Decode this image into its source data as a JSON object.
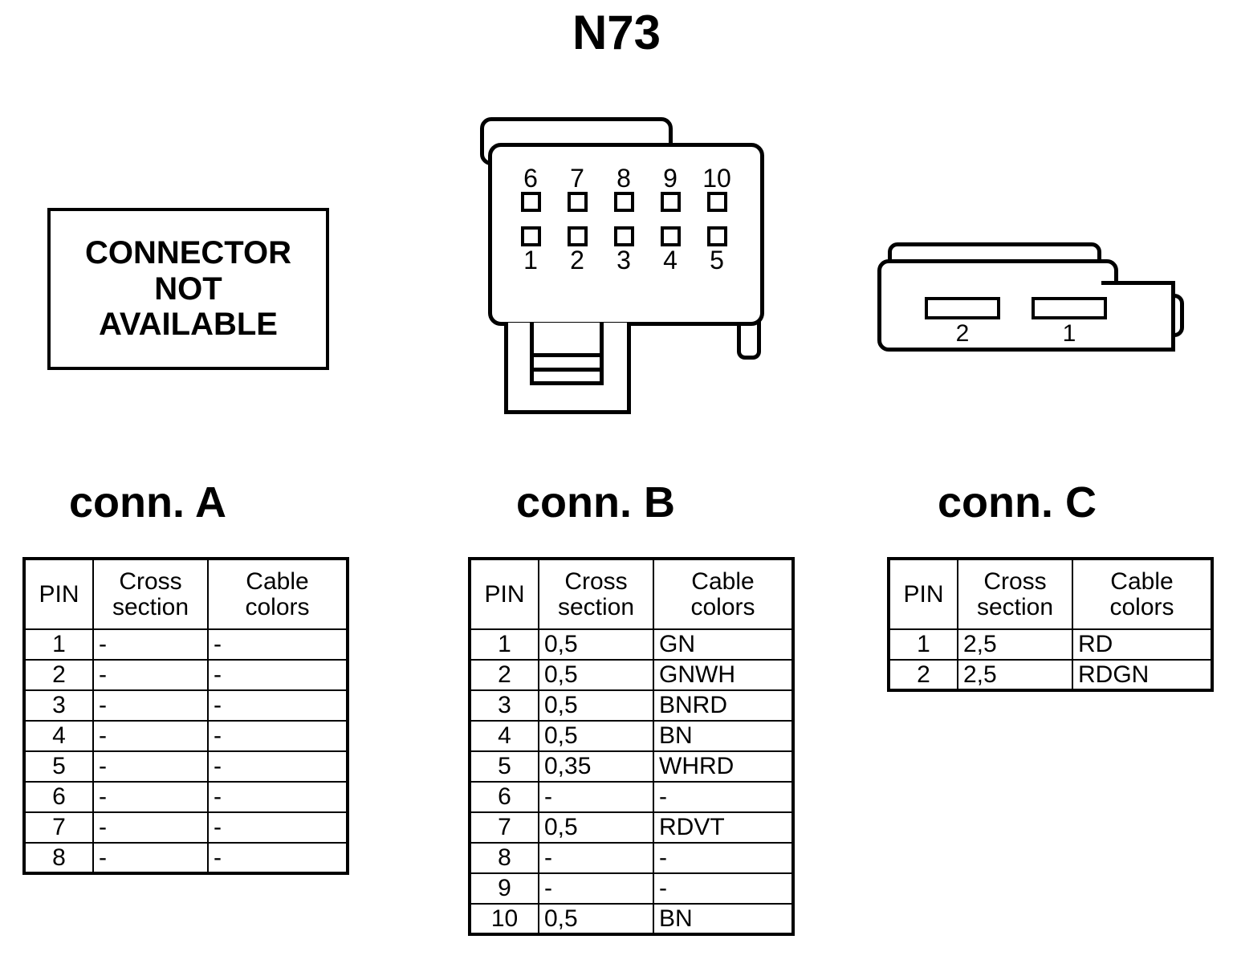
{
  "title": "N73",
  "not_available": {
    "line1": "CONNECTOR",
    "line2": "NOT",
    "line3": "AVAILABLE"
  },
  "headings": {
    "conn_a": "conn. A",
    "conn_b": "conn. B",
    "conn_c": "conn. C"
  },
  "connector_b_drawing": {
    "top_row_pins": [
      "6",
      "7",
      "8",
      "9",
      "10"
    ],
    "bottom_row_pins": [
      "1",
      "2",
      "3",
      "4",
      "5"
    ]
  },
  "connector_c_drawing": {
    "slot_left_label": "2",
    "slot_right_label": "1"
  },
  "table_headers": {
    "pin": "PIN",
    "cross_section_line1": "Cross",
    "cross_section_line2": "section",
    "cable_colors_line1": "Cable",
    "cable_colors_line2": "colors"
  },
  "tables": {
    "conn_a": {
      "rows": [
        {
          "pin": "1",
          "cross_section": "-",
          "cable_colors": "-"
        },
        {
          "pin": "2",
          "cross_section": "-",
          "cable_colors": "-"
        },
        {
          "pin": "3",
          "cross_section": "-",
          "cable_colors": "-"
        },
        {
          "pin": "4",
          "cross_section": "-",
          "cable_colors": "-"
        },
        {
          "pin": "5",
          "cross_section": "-",
          "cable_colors": "-"
        },
        {
          "pin": "6",
          "cross_section": "-",
          "cable_colors": "-"
        },
        {
          "pin": "7",
          "cross_section": "-",
          "cable_colors": "-"
        },
        {
          "pin": "8",
          "cross_section": "-",
          "cable_colors": "-"
        }
      ]
    },
    "conn_b": {
      "rows": [
        {
          "pin": "1",
          "cross_section": "0,5",
          "cable_colors": "GN"
        },
        {
          "pin": "2",
          "cross_section": "0,5",
          "cable_colors": "GNWH"
        },
        {
          "pin": "3",
          "cross_section": "0,5",
          "cable_colors": "BNRD"
        },
        {
          "pin": "4",
          "cross_section": "0,5",
          "cable_colors": "BN"
        },
        {
          "pin": "5",
          "cross_section": "0,35",
          "cable_colors": "WHRD"
        },
        {
          "pin": "6",
          "cross_section": "-",
          "cable_colors": "-"
        },
        {
          "pin": "7",
          "cross_section": "0,5",
          "cable_colors": "RDVT"
        },
        {
          "pin": "8",
          "cross_section": "-",
          "cable_colors": "-"
        },
        {
          "pin": "9",
          "cross_section": "-",
          "cable_colors": "-"
        },
        {
          "pin": "10",
          "cross_section": "0,5",
          "cable_colors": "BN"
        }
      ]
    },
    "conn_c": {
      "rows": [
        {
          "pin": "1",
          "cross_section": "2,5",
          "cable_colors": "RD"
        },
        {
          "pin": "2",
          "cross_section": "2,5",
          "cable_colors": "RDGN"
        }
      ]
    }
  },
  "colors": {
    "ink": "#000000",
    "paper": "#ffffff"
  }
}
